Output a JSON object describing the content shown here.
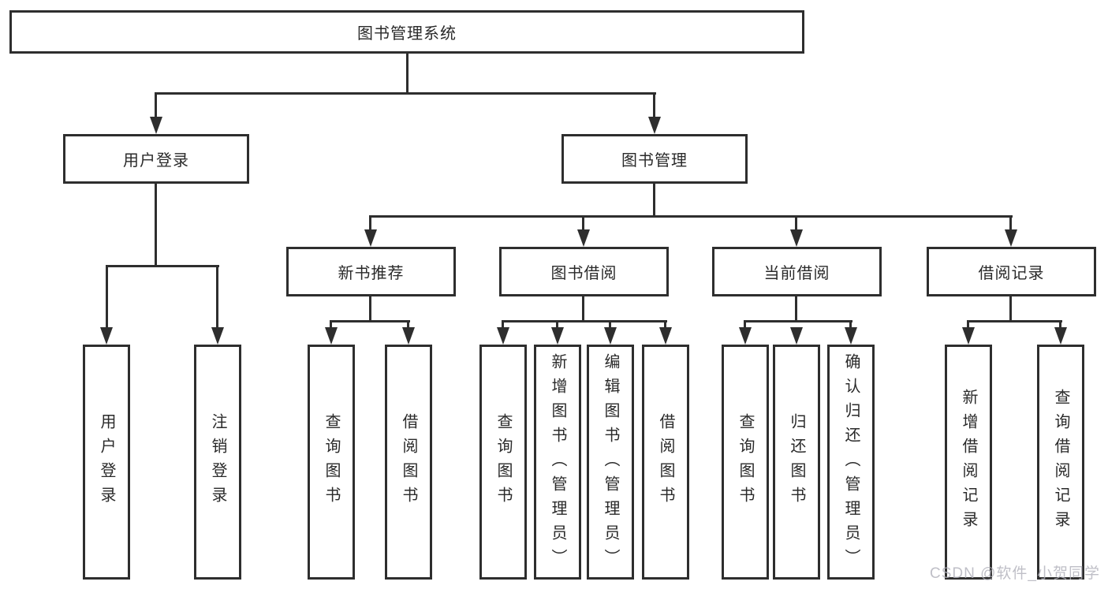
{
  "tree": {
    "root": {
      "label": "图书管理系统",
      "children": [
        {
          "label": "用户登录",
          "children": [
            {
              "label": "用户登录"
            },
            {
              "label": "注销登录"
            }
          ]
        },
        {
          "label": "图书管理",
          "children": [
            {
              "label": "新书推荐",
              "children": [
                {
                  "label": "查询图书"
                },
                {
                  "label": "借阅图书"
                }
              ]
            },
            {
              "label": "图书借阅",
              "children": [
                {
                  "label": "查询图书"
                },
                {
                  "label": "新增图书（管理员）"
                },
                {
                  "label": "编辑图书（管理员）"
                },
                {
                  "label": "借阅图书"
                }
              ]
            },
            {
              "label": "当前借阅",
              "children": [
                {
                  "label": "查询图书"
                },
                {
                  "label": "归还图书"
                },
                {
                  "label": "确认归还（管理员）"
                }
              ]
            },
            {
              "label": "借阅记录",
              "children": [
                {
                  "label": "新增借阅记录"
                },
                {
                  "label": "查询借阅记录"
                }
              ]
            }
          ]
        }
      ]
    }
  },
  "watermark": {
    "text": "CSDN @软件_小贺同学"
  },
  "colors": {
    "line": "#2e2e2e",
    "background": "#ffffff",
    "watermark": "#b0b0ba"
  }
}
